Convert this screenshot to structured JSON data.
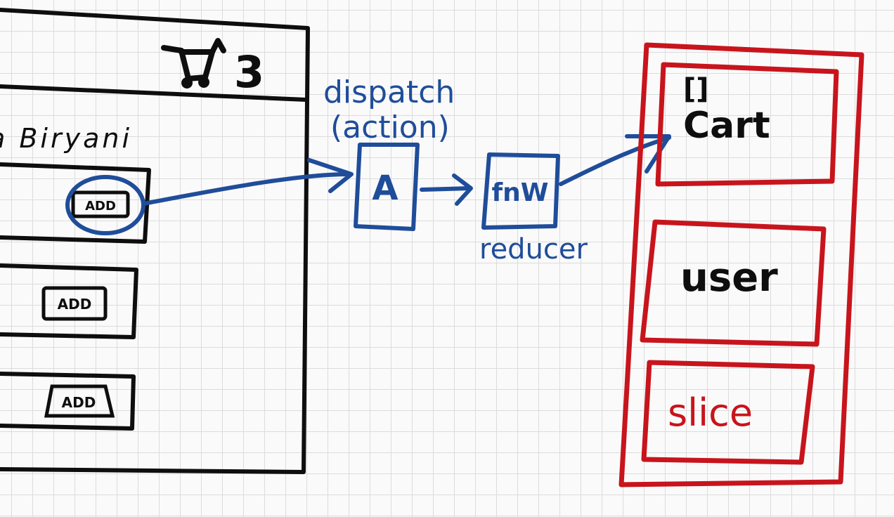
{
  "ui_mock": {
    "cart_count": "3",
    "item_name": "a Biryani",
    "add_buttons": [
      "ADD",
      "ADD",
      "ADD"
    ]
  },
  "flow": {
    "dispatch_label": "dispatch",
    "action_label": "(action)",
    "action_box": "A",
    "reducer_box": "fnW",
    "reducer_label": "reducer"
  },
  "store": {
    "cart_brackets": "[]",
    "slices": [
      "Cart",
      "user",
      "slice"
    ]
  },
  "colors": {
    "ink_black": "#0e0e0e",
    "ink_blue": "#1f4d9a",
    "ink_red": "#c8141c",
    "grid": "#dcdcdc"
  }
}
